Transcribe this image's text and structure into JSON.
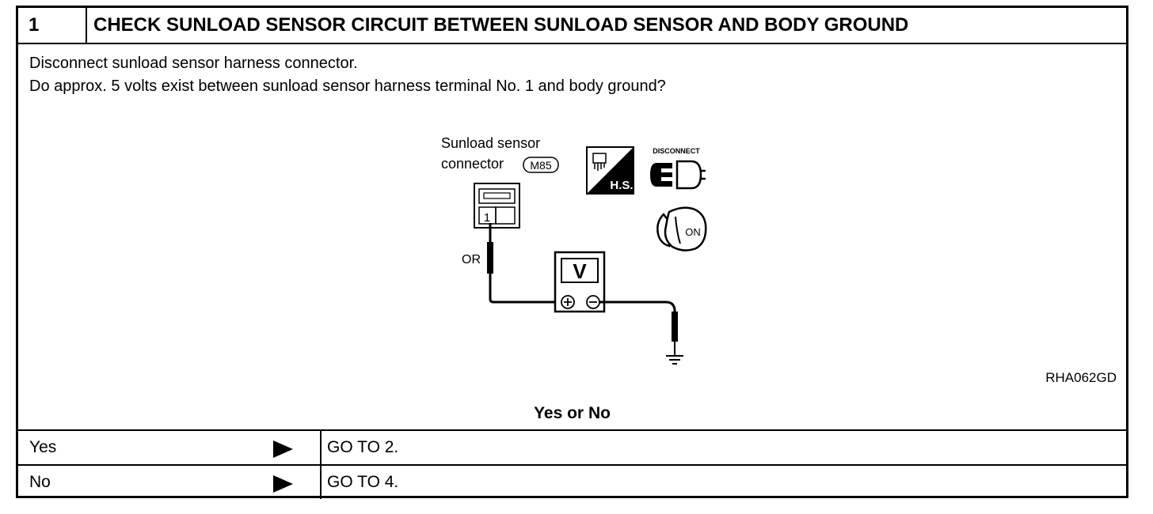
{
  "step": {
    "number": "1",
    "title": "CHECK SUNLOAD SENSOR CIRCUIT BETWEEN SUNLOAD SENSOR AND BODY GROUND"
  },
  "instructions": [
    "Disconnect sunload sensor harness connector.",
    "Do approx. 5 volts exist between sunload sensor harness terminal No. 1 and body ground?"
  ],
  "diagram": {
    "connector_label_line1": "Sunload sensor",
    "connector_label_line2": "connector",
    "connector_id": "M85",
    "terminal": "1",
    "wire_color": "OR",
    "meter_symbol": "V",
    "hs_label": "H.S.",
    "disconnect_label": "DISCONNECT",
    "ignition_label": "ON",
    "figure_code": "RHA062GD"
  },
  "question": "Yes or No",
  "results": [
    {
      "answer": "Yes",
      "action": "GO TO 2."
    },
    {
      "answer": "No",
      "action": "GO TO 4."
    }
  ]
}
